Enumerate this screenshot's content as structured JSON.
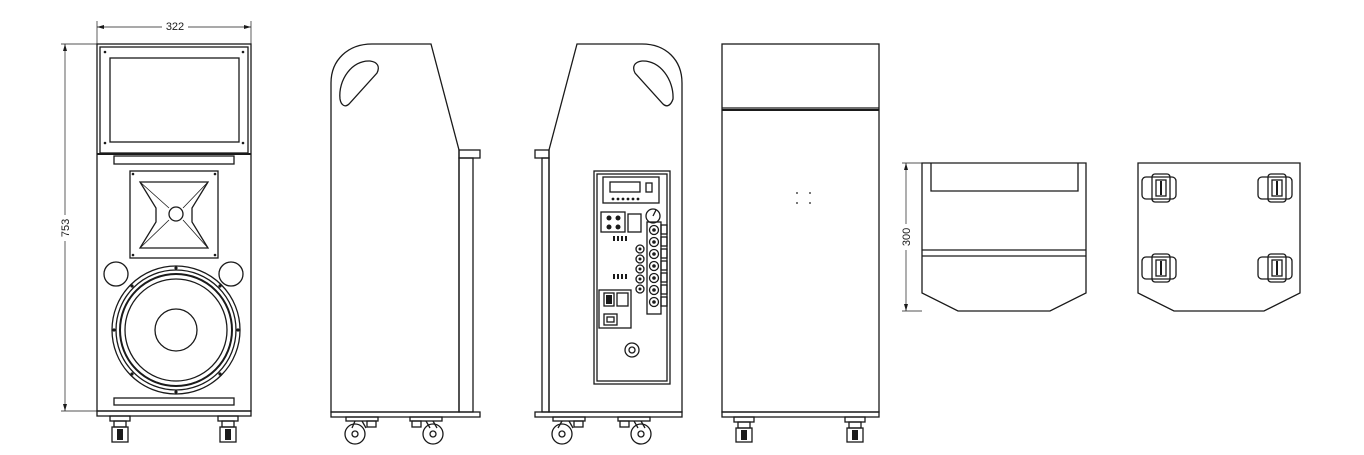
{
  "dimensions": {
    "width_label": "322",
    "height_label": "753",
    "depth_label": "300"
  },
  "views": [
    {
      "id": "front",
      "icon": "speaker-front-view"
    },
    {
      "id": "right-side",
      "icon": "speaker-side-view"
    },
    {
      "id": "left-side-panel",
      "icon": "speaker-control-panel-view"
    },
    {
      "id": "back",
      "icon": "speaker-back-view"
    },
    {
      "id": "top",
      "icon": "speaker-top-view"
    },
    {
      "id": "bottom",
      "icon": "speaker-bottom-view"
    }
  ]
}
